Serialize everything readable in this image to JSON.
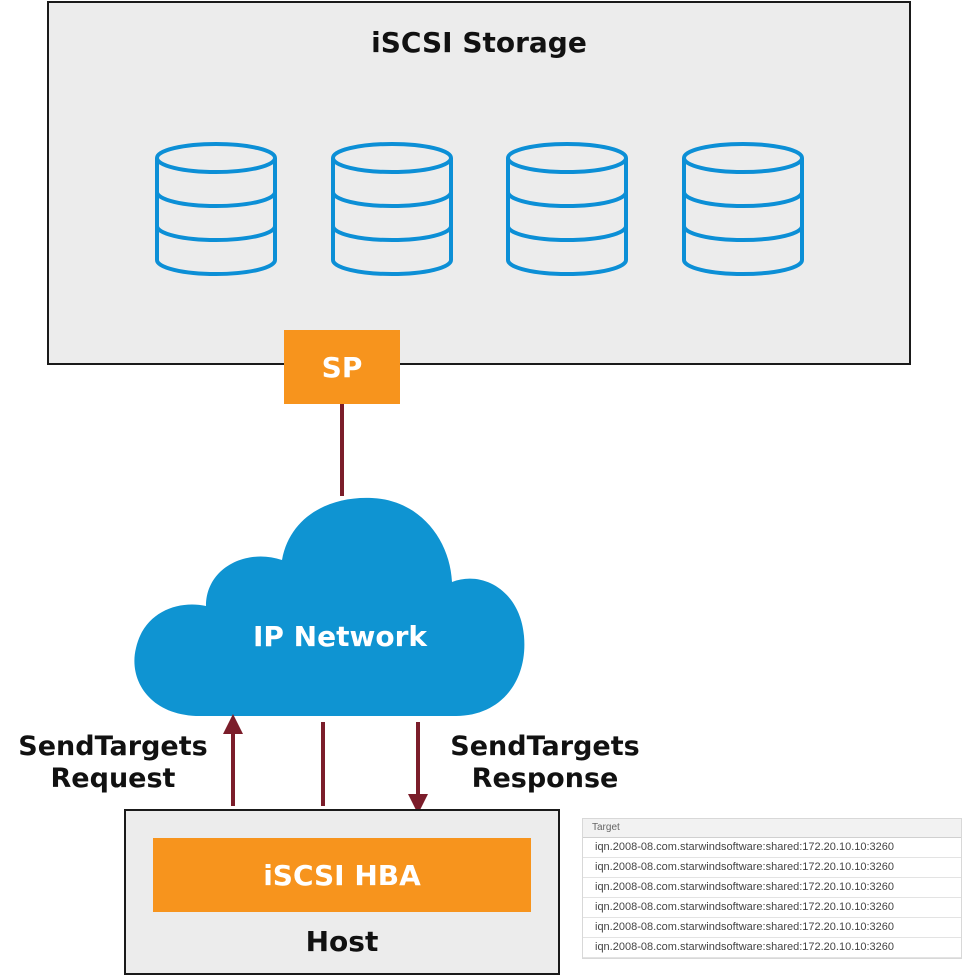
{
  "storage": {
    "title": "iSCSI Storage",
    "disk_count": 4
  },
  "sp": {
    "label": "SP"
  },
  "cloud": {
    "label": "IP Network"
  },
  "request": {
    "label_line1": "SendTargets",
    "label_line2": "Request"
  },
  "response": {
    "label_line1": "SendTargets",
    "label_line2": "Response"
  },
  "host": {
    "title": "Host",
    "hba_label": "iSCSI HBA"
  },
  "target_table": {
    "header": "Target",
    "rows": [
      "iqn.2008-08.com.starwindsoftware:shared:172.20.10.10:3260",
      "iqn.2008-08.com.starwindsoftware:shared:172.20.10.10:3260",
      "iqn.2008-08.com.starwindsoftware:shared:172.20.10.10:3260",
      "iqn.2008-08.com.starwindsoftware:shared:172.20.10.10:3260",
      "iqn.2008-08.com.starwindsoftware:shared:172.20.10.10:3260",
      "iqn.2008-08.com.starwindsoftware:shared:172.20.10.10:3260"
    ]
  },
  "colors": {
    "disk": "#0c8fd6",
    "orange": "#f7941d",
    "cloud": "#0f94d2",
    "link": "#7b1d2a"
  }
}
